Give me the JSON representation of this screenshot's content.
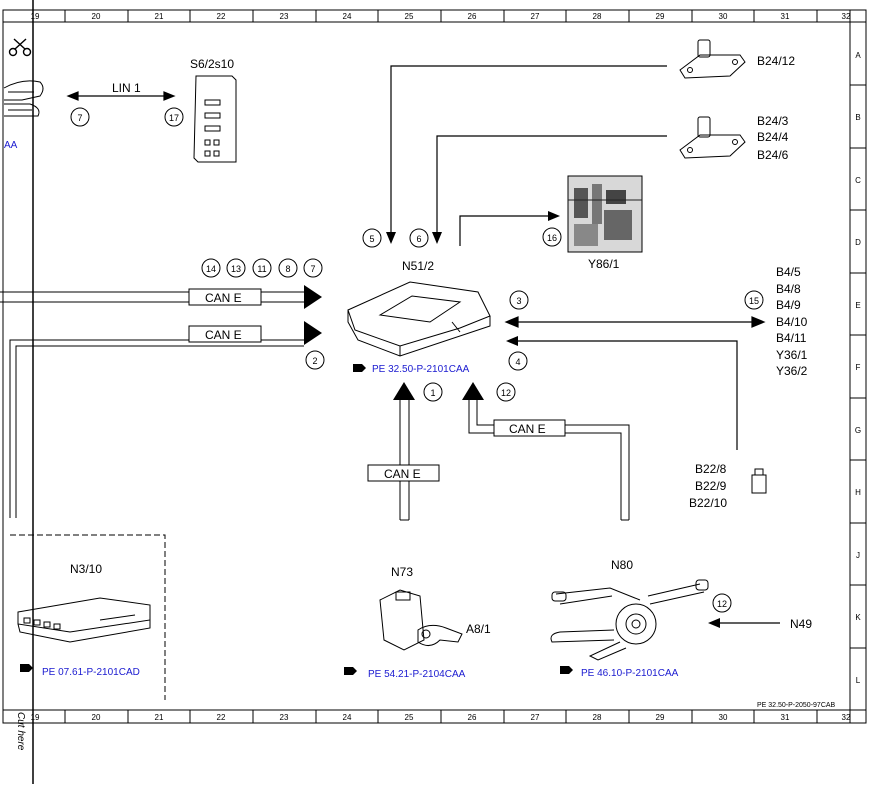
{
  "frame": {
    "top_ticks": [
      "19",
      "20",
      "21",
      "22",
      "23",
      "24",
      "25",
      "26",
      "27",
      "28",
      "29",
      "30",
      "31",
      "32"
    ],
    "bottom_ticks": [
      "19",
      "20",
      "21",
      "22",
      "23",
      "24",
      "25",
      "26",
      "27",
      "28",
      "29",
      "30",
      "31",
      "32"
    ],
    "side_letters": [
      "A",
      "B",
      "C",
      "D",
      "E",
      "F",
      "G",
      "H",
      "J",
      "K",
      "L"
    ],
    "doc_number": "PE 32.50-P-2050-97CAB",
    "cut_here": "Cut here"
  },
  "labels": {
    "lin": "LIN 1",
    "s6": "S6/2s10",
    "b24_12": "B24/12",
    "b24_3": "B24/3",
    "b24_4": "B24/4",
    "b24_6": "B24/6",
    "y86": "Y86/1",
    "n51": "N51/2",
    "b4_list": [
      "B4/5",
      "B4/8",
      "B4/9",
      "B4/10",
      "B4/11",
      "Y36/1",
      "Y36/2"
    ],
    "b22_list": [
      "B22/8",
      "B22/9",
      "B22/10"
    ],
    "n3": "N3/10",
    "n73": "N73",
    "a8": "A8/1",
    "n80": "N80",
    "n49": "N49",
    "cane1": "CAN E",
    "cane2": "CAN E",
    "cane3": "CAN E",
    "cane4": "CAN E",
    "left_ref_frag": "AA"
  },
  "refs": {
    "n51": "PE 32.50-P-2101CAA",
    "n3": "PE 07.61-P-2101CAD",
    "n73": "PE 54.21-P-2104CAA",
    "n80": "PE 46.10-P-2101CAA"
  },
  "circles": {
    "c7a": "7",
    "c17": "17",
    "c5": "5",
    "c6": "6",
    "c16": "16",
    "c14": "14",
    "c13": "13",
    "c11": "11",
    "c8": "8",
    "c7b": "7",
    "c2": "2",
    "c3": "3",
    "c15": "15",
    "c4": "4",
    "c1": "1",
    "c12a": "12",
    "c12b": "12"
  },
  "colors": {
    "reference_link": "#1a1ad0",
    "line": "#000000"
  },
  "icons": {
    "scissors": "scissors-icon",
    "book": "manual-reference-icon"
  }
}
